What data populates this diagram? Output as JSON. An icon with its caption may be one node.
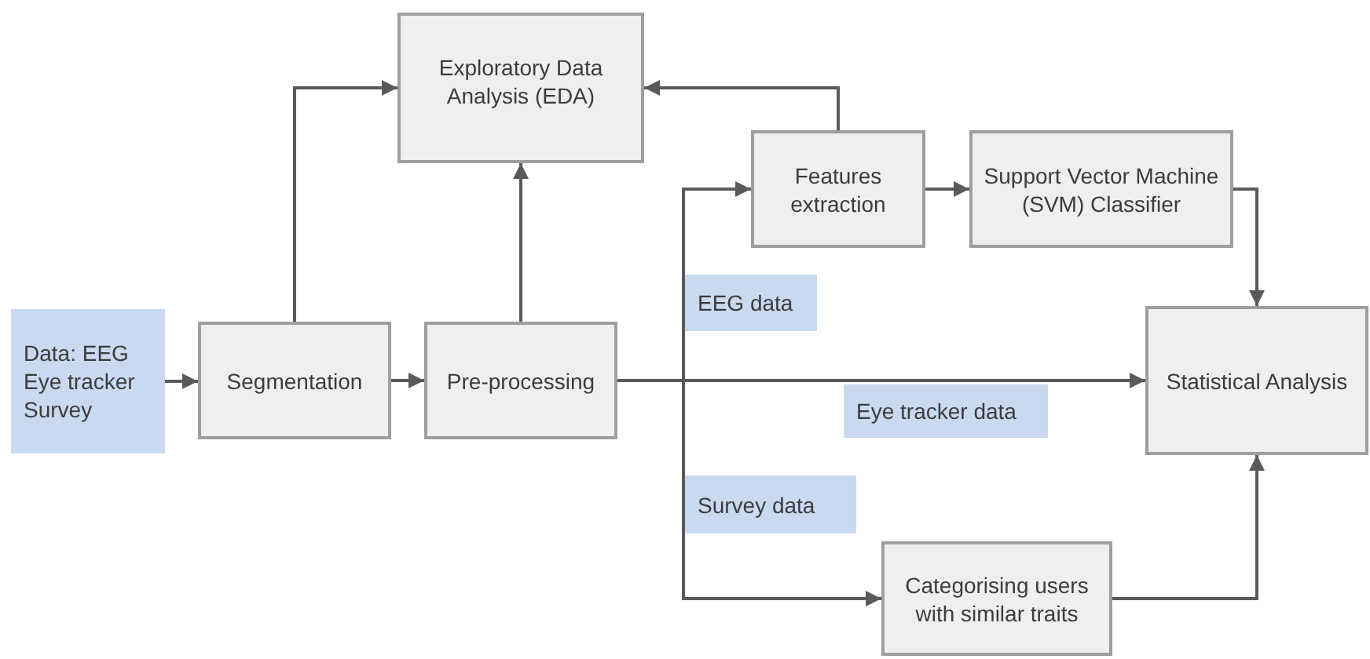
{
  "diagram": {
    "nodes": [
      {
        "text": [
          "Data: EEG Eye tracker Survey"
        ]
      },
      {
        "text": [
          "Segmentation"
        ]
      },
      {
        "text": [
          "Pre-processing"
        ]
      },
      {
        "text": [
          "Exploratory Data Analysis (EDA)"
        ]
      },
      {
        "text": [
          "Features extraction"
        ]
      },
      {
        "text": [
          "Support Vector Machine (SVM) Classifier"
        ]
      },
      {
        "text": [
          "Statistical Analysis"
        ]
      },
      {
        "text": [
          "Categorising users with similar traits"
        ]
      }
    ],
    "edges": [
      {
        "from": 0,
        "to": 1,
        "arrow": "to"
      },
      {
        "from": 1,
        "to": 2,
        "arrow": "to"
      },
      {
        "from": 1,
        "to": 3,
        "arrow": "to"
      },
      {
        "from": 2,
        "to": 3,
        "arrow": "to"
      },
      {
        "from": 4,
        "to": 3,
        "arrow": "to"
      },
      {
        "from": 4,
        "to": 5,
        "arrow": "to"
      },
      {
        "from": 5,
        "to": 6,
        "arrow": "to"
      },
      {
        "from": 2,
        "to": 4,
        "arrow": "to",
        "label": "EEG data"
      },
      {
        "from": 2,
        "to": 6,
        "arrow": "to",
        "label": "Eye tracker data"
      },
      {
        "from": 2,
        "to": 7,
        "arrow": "to",
        "label": "Survey data"
      },
      {
        "from": 7,
        "to": 6,
        "arrow": "to"
      }
    ]
  }
}
